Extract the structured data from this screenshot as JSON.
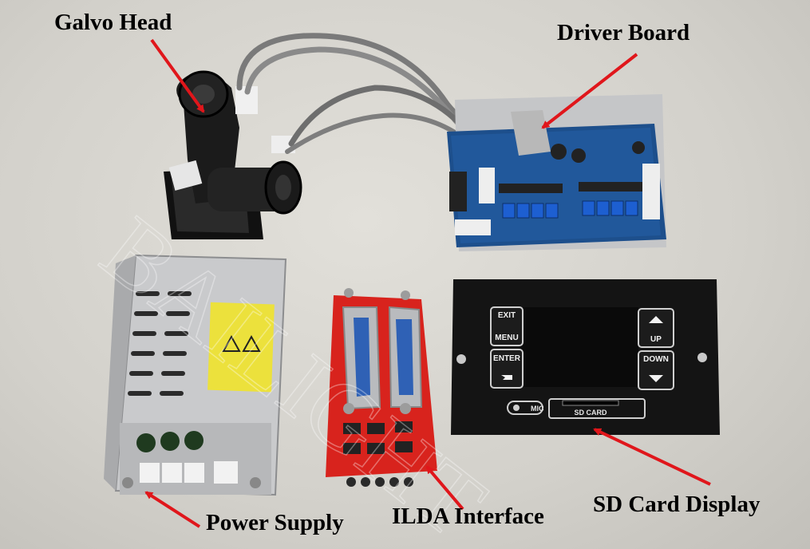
{
  "callouts": {
    "galvo_head": "Galvo Head",
    "driver_board": "Driver Board",
    "power_supply": "Power Supply",
    "ilda_interface": "ILDA Interface",
    "sd_card_display": "SD Card Display"
  },
  "sd_panel": {
    "exit": "EXIT",
    "menu": "MENU",
    "enter": "ENTER",
    "up": "UP",
    "down": "DOWN",
    "mic": "MIC",
    "sd_card": "SD CARD"
  },
  "watermark": "BAILIGHT",
  "colors": {
    "arrow": "#e0161b",
    "board_blue": "#1d4f8c",
    "ilda_red": "#d8231d",
    "panel_black": "#141414",
    "heatsink": "#c9cacc"
  }
}
